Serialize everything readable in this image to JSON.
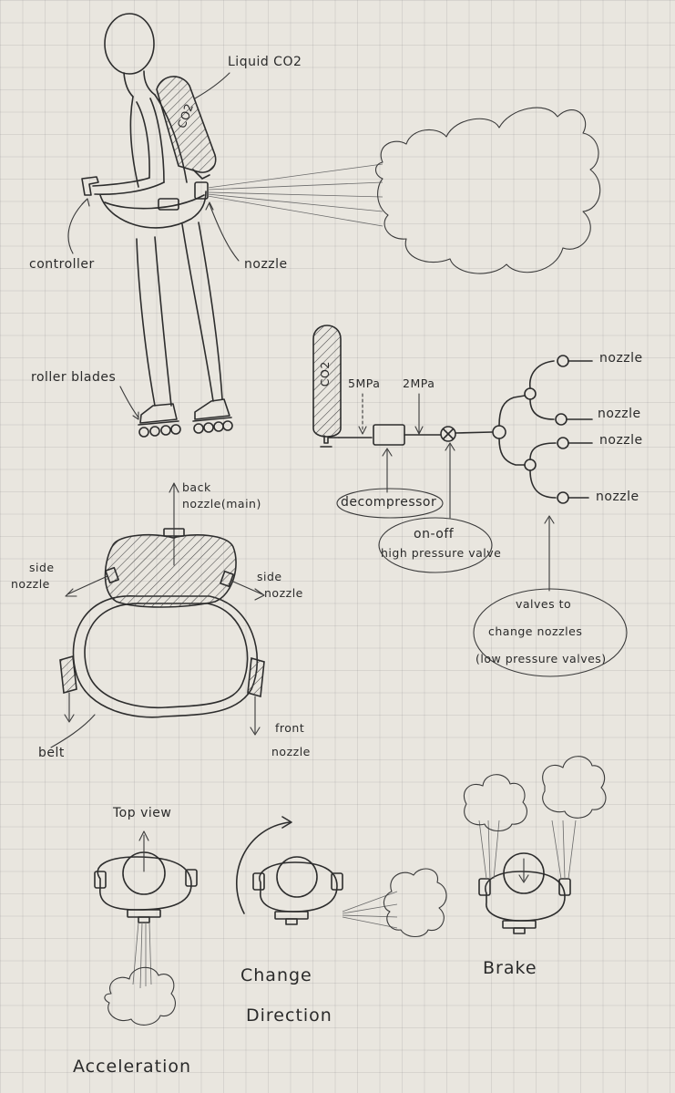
{
  "labels": {
    "liquid_co2": "Liquid CO2",
    "co2_tank": "CO2",
    "controller": "controller",
    "nozzle_person": "nozzle",
    "roller_blades": "roller blades",
    "co2_schem": "CO2",
    "pressure_5": "5MPa",
    "pressure_2": "2MPa",
    "nozzle_1": "nozzle",
    "nozzle_2": "nozzle",
    "nozzle_3": "nozzle",
    "nozzle_4": "nozzle",
    "decompressor": "decompressor",
    "onoff_1": "on-off",
    "onoff_2": "high pressure valve",
    "valves_1": "valves to",
    "valves_2": "change nozzles",
    "valves_3": "(low pressure valves)",
    "back_nozzle_1": "back",
    "back_nozzle_2": "nozzle(main)",
    "side_nozzle_left_1": "side",
    "side_nozzle_left_2": "nozzle",
    "side_nozzle_right_1": "side",
    "side_nozzle_right_2": "nozzle",
    "front_nozzle_1": "front",
    "front_nozzle_2": "nozzle",
    "belt": "belt",
    "top_view": "Top view",
    "acceleration": "Acceleration",
    "change_1": "Change",
    "change_2": "Direction",
    "brake": "Brake"
  },
  "colors": {
    "paper": "#e9e6df",
    "grid": "#b9b6b0",
    "ink": "#2d2d2d"
  }
}
